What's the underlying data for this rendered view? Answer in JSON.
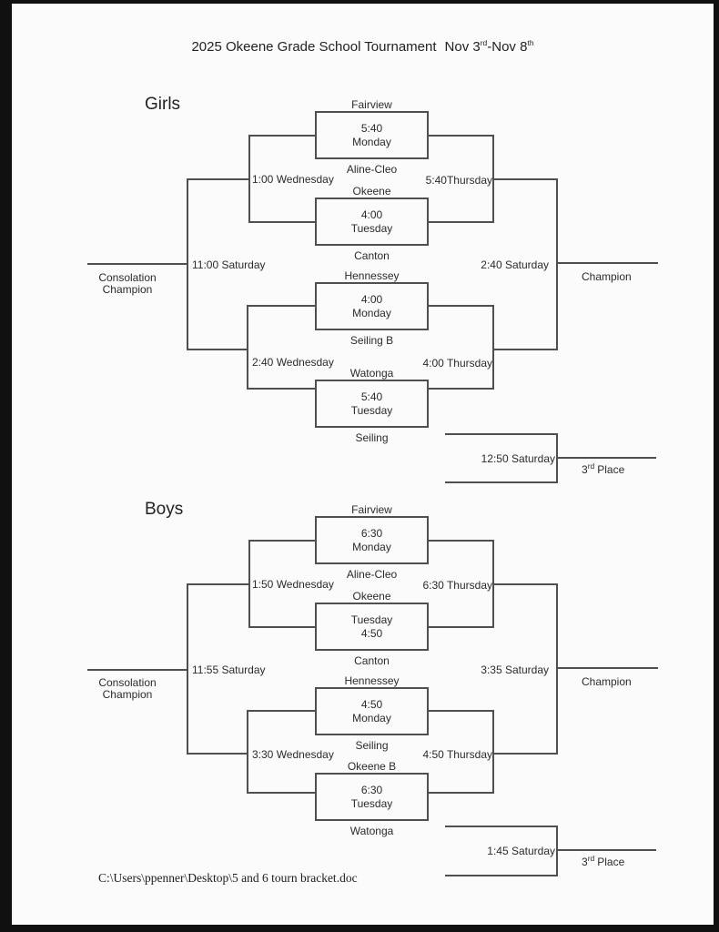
{
  "document": {
    "title": {
      "main": "2025 Okeene Grade School Tournament",
      "date_part1": "Nov 3",
      "date_sup1": "rd",
      "date_part2": "-Nov 8",
      "date_sup2": "th"
    },
    "footer_path": "C:\\Users\\ppenner\\Desktop\\5 and 6 tourn bracket.doc"
  },
  "girls": {
    "section_label": "Girls",
    "games": [
      {
        "top_team": "Fairview",
        "line1": "5:40",
        "line2": "Monday",
        "bottom_team": "Aline-Cleo"
      },
      {
        "top_team": "Okeene",
        "line1": "4:00",
        "line2": "Tuesday",
        "bottom_team": "Canton"
      },
      {
        "top_team": "Hennessey",
        "line1": "4:00",
        "line2": "Monday",
        "bottom_team": "Seiling B"
      },
      {
        "top_team": "Watonga",
        "line1": "5:40",
        "line2": "Tuesday",
        "bottom_team": "Seiling"
      }
    ],
    "consolation_semi_top": "1:00 Wednesday",
    "consolation_semi_bottom": "2:40 Wednesday",
    "championship_semi_top": "5:40Thursday",
    "championship_semi_bottom": "4:00 Thursday",
    "consolation_final": "11:00 Saturday",
    "championship_final": "2:40 Saturday",
    "third_place_time": "12:50 Saturday",
    "consolation_champion_line1": "Consolation",
    "consolation_champion_line2": "Champion",
    "champion_label": "Champion",
    "third_place_num": "3",
    "third_place_sup": "rd",
    "third_place_rest": "Place"
  },
  "boys": {
    "section_label": "Boys",
    "games": [
      {
        "top_team": "Fairview",
        "line1": "6:30",
        "line2": "Monday",
        "bottom_team": "Aline-Cleo"
      },
      {
        "top_team": "Okeene",
        "line1": "Tuesday",
        "line2": "4:50",
        "bottom_team": "Canton"
      },
      {
        "top_team": "Hennessey",
        "line1": "4:50",
        "line2": "Monday",
        "bottom_team": "Seiling"
      },
      {
        "top_team": "Okeene B",
        "line1": "6:30",
        "line2": "Tuesday",
        "bottom_team": "Watonga"
      }
    ],
    "consolation_semi_top": "1:50 Wednesday",
    "consolation_semi_bottom": "3:30 Wednesday",
    "championship_semi_top": "6:30 Thursday",
    "championship_semi_bottom": "4:50 Thursday",
    "consolation_final": "11:55 Saturday",
    "championship_final": "3:35 Saturday",
    "third_place_time": "1:45 Saturday",
    "consolation_champion_line1": "Consolation",
    "consolation_champion_line2": "Champion",
    "champion_label": "Champion",
    "third_place_num": "3",
    "third_place_sup": "rd",
    "third_place_rest": "Place"
  }
}
